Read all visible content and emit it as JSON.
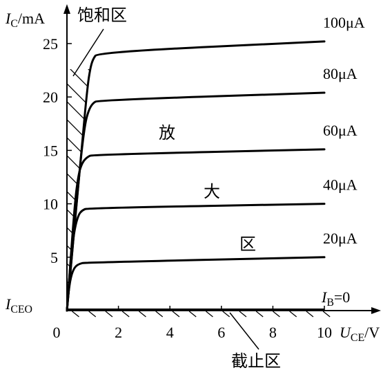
{
  "chart_data": {
    "type": "line",
    "x_axis": {
      "var": "U",
      "sub": "CE",
      "unit": "/V",
      "min": 0,
      "max": 10,
      "ticks": [
        0,
        2,
        4,
        6,
        8,
        10
      ]
    },
    "y_axis": {
      "var": "I",
      "sub": "C",
      "unit": "/mA",
      "min": 0,
      "max": 26,
      "ticks": [
        5,
        10,
        15,
        20,
        25
      ]
    },
    "iceo_label": {
      "var": "I",
      "sub": "CEO"
    },
    "region_labels": {
      "saturation": "饱和区",
      "amplification": [
        "放",
        "大",
        "区"
      ],
      "cutoff": "截止区"
    },
    "series": [
      {
        "name": "100μA",
        "x": [
          0,
          0.6,
          0.8,
          0.9,
          1.0,
          1.2,
          10
        ],
        "y": [
          0,
          16,
          21,
          22.6,
          23.5,
          24.2,
          25.2
        ]
      },
      {
        "name": "80μA",
        "x": [
          0,
          0.5,
          0.7,
          0.85,
          1.0,
          1.2,
          10
        ],
        "y": [
          0,
          13.5,
          17.5,
          18.8,
          19.4,
          19.7,
          20.4
        ]
      },
      {
        "name": "60μA",
        "x": [
          0,
          0.3,
          0.45,
          0.6,
          0.8,
          1.0,
          10
        ],
        "y": [
          0,
          10,
          12.8,
          13.9,
          14.4,
          14.6,
          15.1
        ]
      },
      {
        "name": "40μA",
        "x": [
          0,
          0.15,
          0.3,
          0.45,
          0.6,
          0.8,
          10
        ],
        "y": [
          0,
          5,
          7.7,
          9,
          9.4,
          9.6,
          10.0
        ]
      },
      {
        "name": "20μA",
        "x": [
          0,
          0.05,
          0.15,
          0.3,
          0.5,
          0.7,
          10
        ],
        "y": [
          0,
          1.5,
          3.2,
          4.1,
          4.4,
          4.5,
          5.0
        ]
      }
    ],
    "baseline_label": {
      "var": "I",
      "sub": "B",
      "text": "=0"
    }
  }
}
